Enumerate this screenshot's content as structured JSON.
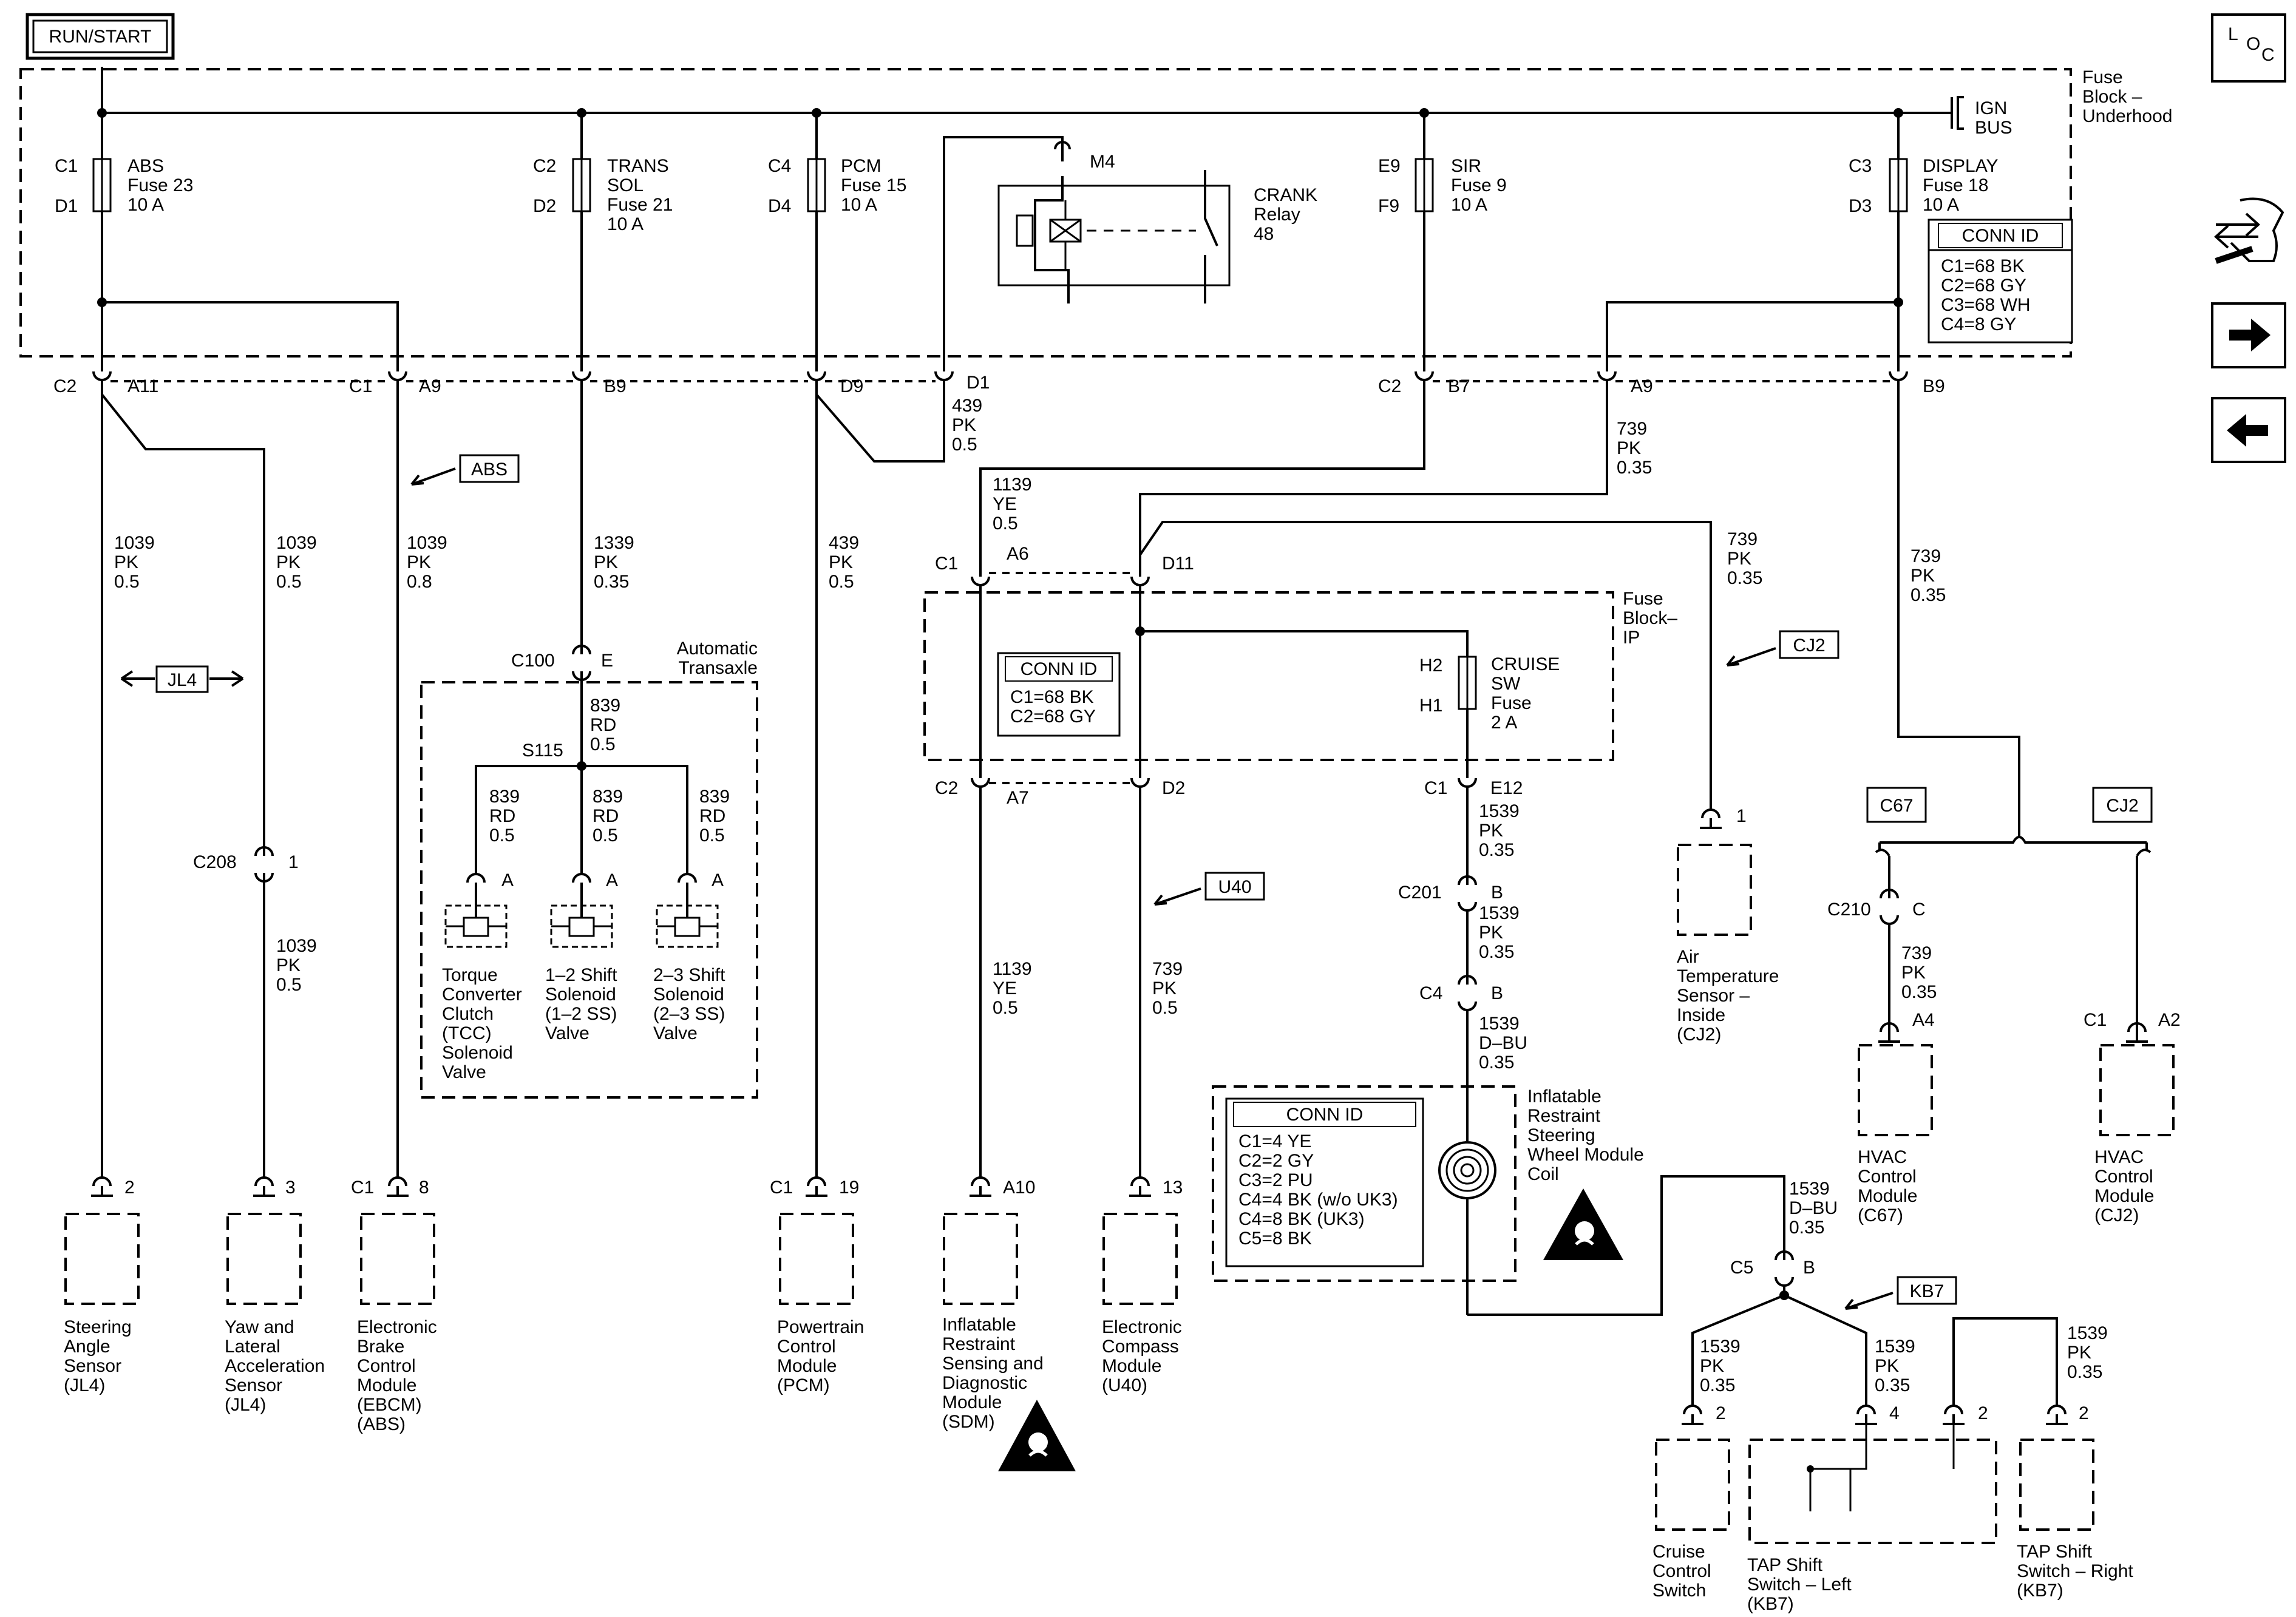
{
  "header": {
    "run_start": "RUN/START",
    "loc_l": "L",
    "loc_o": "O",
    "loc_c": "C"
  },
  "fuse_block_underhood": [
    "Fuse",
    "Block –",
    "Underhood"
  ],
  "ign_bus": [
    "IGN",
    "BUS"
  ],
  "fuses": {
    "abs": {
      "c_top": "C1",
      "c_bot": "D1",
      "label": [
        "ABS",
        "Fuse 23",
        "10 A"
      ]
    },
    "trans": {
      "c_top": "C2",
      "c_bot": "D2",
      "label": [
        "TRANS",
        "SOL",
        "Fuse 21",
        "10 A"
      ]
    },
    "pcm": {
      "c_top": "C4",
      "c_bot": "D4",
      "label": [
        "PCM",
        "Fuse 15",
        "10 A"
      ]
    },
    "sir": {
      "c_top": "E9",
      "c_bot": "F9",
      "label": [
        "SIR",
        "Fuse 9",
        "10 A"
      ]
    },
    "display": {
      "c_top": "C3",
      "c_bot": "D3",
      "label": [
        "DISPLAY",
        "Fuse 18",
        "10 A"
      ]
    }
  },
  "relay": {
    "pin": "M4",
    "label": [
      "CRANK",
      "Relay",
      "48"
    ]
  },
  "conn_id_underhood": {
    "title": "CONN ID",
    "rows": [
      "C1=68 BK",
      "C2=68 GY",
      "C3=68 WH",
      "C4=8 GY"
    ]
  },
  "uh_connectors": {
    "c2_a11": [
      "C2",
      "A11"
    ],
    "c1_a9": [
      "C1",
      "A9"
    ],
    "b9": "B9",
    "d9": "D9",
    "d1": "D1",
    "c2_b7": [
      "C2",
      "B7"
    ],
    "a9": "A9",
    "b9_right": "B9"
  },
  "wires": {
    "w439_top": [
      "439",
      "PK",
      "0.5"
    ],
    "w739_a9": [
      "739",
      "PK",
      "0.35"
    ],
    "w1039_a": [
      "1039",
      "PK",
      "0.5"
    ],
    "w1039_b": [
      "1039",
      "PK",
      "0.5"
    ],
    "w1039_c": [
      "1039",
      "PK",
      "0.8"
    ],
    "w1339": [
      "1339",
      "PK",
      "0.35"
    ],
    "w439": [
      "439",
      "PK",
      "0.5"
    ],
    "w1139_top": [
      "1139",
      "YE",
      "0.5"
    ],
    "w739_cj2": [
      "739",
      "PK",
      "0.35"
    ],
    "w739_right": [
      "739",
      "PK",
      "0.35"
    ],
    "w1039_low": [
      "1039",
      "PK",
      "0.5"
    ],
    "w839_top": [
      "839",
      "RD",
      "0.5"
    ],
    "w839_a": [
      "839",
      "RD",
      "0.5"
    ],
    "w839_b": [
      "839",
      "RD",
      "0.5"
    ],
    "w839_c": [
      "839",
      "RD",
      "0.5"
    ],
    "w1539_a": [
      "1539",
      "PK",
      "0.35"
    ],
    "w1539_b": [
      "1539",
      "PK",
      "0.35"
    ],
    "w1539_dbu": [
      "1539",
      "D–BU",
      "0.35"
    ],
    "w1139_low": [
      "1139",
      "YE",
      "0.5"
    ],
    "w739_u40": [
      "739",
      "PK",
      "0.5"
    ],
    "w739_c67": [
      "739",
      "PK",
      "0.35"
    ],
    "w1539_c5": [
      "1539",
      "D–BU",
      "0.35"
    ],
    "w1539_kb_a": [
      "1539",
      "PK",
      "0.35"
    ],
    "w1539_kb_b": [
      "1539",
      "PK",
      "0.35"
    ],
    "w1539_kb_c": [
      "1539",
      "PK",
      "0.35"
    ]
  },
  "tags": {
    "abs": "ABS",
    "jl4": "JL4",
    "cj2": "CJ2",
    "u40": "U40",
    "c67": "C67",
    "cj2_b": "CJ2",
    "kb7": "KB7"
  },
  "transaxle": {
    "title": [
      "Automatic",
      "Transaxle"
    ],
    "c100": [
      "C100",
      "E"
    ],
    "s115": "S115",
    "pins": [
      "A",
      "A",
      "A"
    ],
    "comp1": [
      "Torque",
      "Converter",
      "Clutch",
      "(TCC)",
      "Solenoid",
      "Valve"
    ],
    "comp2": [
      "1–2 Shift",
      "Solenoid",
      "(1–2 SS)",
      "Valve"
    ],
    "comp3": [
      "2–3 Shift",
      "Solenoid",
      "(2–3 SS)",
      "Valve"
    ]
  },
  "c208": [
    "C208",
    "1"
  ],
  "fuse_block_ip": {
    "label": [
      "Fuse",
      "Block–",
      "IP"
    ],
    "c1_a6": [
      "C1",
      "A6"
    ],
    "d11": "D11",
    "c2_a7": [
      "C2",
      "A7"
    ],
    "d2": "D2",
    "cruise_fuse": {
      "c_top": "H2",
      "c_bot": "H1",
      "label": [
        "CRUISE",
        "SW",
        "Fuse",
        "2 A"
      ]
    },
    "conn_id": {
      "title": "CONN ID",
      "rows": [
        "C1=68 BK",
        "C2=68 GY"
      ]
    },
    "c1_e12": [
      "C1",
      "E12"
    ]
  },
  "c201": [
    "C201",
    "B"
  ],
  "c4b": [
    "C4",
    "B"
  ],
  "coil": {
    "label": [
      "Inflatable",
      "Restraint",
      "Steering",
      "Wheel Module",
      "Coil"
    ],
    "conn_id": {
      "title": "CONN ID",
      "rows": [
        "C1=4 YE",
        "C2=2 GY",
        "C3=2 PU",
        "C4=4 BK (w/o UK3)",
        "C4=8 BK (UK3)",
        "C5=8 BK"
      ]
    }
  },
  "air_temp": {
    "pin": "1",
    "label": [
      "Air",
      "Temperature",
      "Sensor –",
      "Inside",
      "(CJ2)"
    ]
  },
  "c210": [
    "C210",
    "C"
  ],
  "hvac_c67": {
    "conn": [
      "A4"
    ],
    "label": [
      "HVAC",
      "Control",
      "Module",
      "(C67)"
    ]
  },
  "hvac_cj2": {
    "conn": [
      "C1",
      "A2"
    ],
    "label": [
      "HVAC",
      "Control",
      "Module",
      "(CJ2)"
    ]
  },
  "c5": [
    "C5",
    "B"
  ],
  "modules": {
    "steering": {
      "pin": "2",
      "label": [
        "Steering",
        "Angle",
        "Sensor",
        "(JL4)"
      ]
    },
    "yaw": {
      "pin": "3",
      "label": [
        "Yaw and",
        "Lateral",
        "Acceleration",
        "Sensor",
        "(JL4)"
      ]
    },
    "ebcm": {
      "conn": "C1",
      "pin": "8",
      "label": [
        "Electronic",
        "Brake",
        "Control",
        "Module",
        "(EBCM)",
        "(ABS)"
      ]
    },
    "pcm": {
      "conn": "C1",
      "pin": "19",
      "label": [
        "Powertrain",
        "Control",
        "Module",
        "(PCM)"
      ]
    },
    "sdm": {
      "pin": "A10",
      "label": [
        "Inflatable",
        "Restraint",
        "Sensing and",
        "Diagnostic",
        "Module",
        "(SDM)"
      ]
    },
    "compass": {
      "pin": "13",
      "label": [
        "Electronic",
        "Compass",
        "Module",
        "(U40)"
      ]
    },
    "cruise": {
      "pin": "2",
      "label": [
        "Cruise",
        "Control",
        "Switch"
      ]
    },
    "tap_left": {
      "pins": [
        "4",
        "2"
      ],
      "label": [
        "TAP Shift",
        "Switch – Left",
        "(KB7)"
      ]
    },
    "tap_right": {
      "pin": "2",
      "label": [
        "TAP Shift",
        "Switch – Right",
        "(KB7)"
      ]
    }
  }
}
